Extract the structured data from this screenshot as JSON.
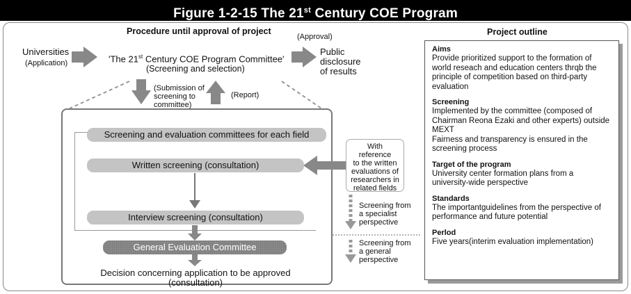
{
  "figure": {
    "title_pre": "Figure 1-2-15  The 21",
    "title_sup": "st",
    "title_post": " Century COE Program"
  },
  "procedure": {
    "heading": "Procedure until approval of project",
    "universities": "Universities",
    "application": "(Application)",
    "committee_pre": "'The 21",
    "committee_sup": "st",
    "committee_post": " Century COE Program Committee'",
    "screening_selection": "(Screening and selection)",
    "approval": "(Approval)",
    "public_disclosure": [
      "Public",
      "disclosure",
      "of results"
    ],
    "submission": [
      "(Submission of",
      "screening to",
      "committee)"
    ],
    "report": "(Report)",
    "field_committees": "Screening and evaluation committees for each field",
    "written_screening": "Written screening (consultation)",
    "interview_screening": "Interview screening (consultation)",
    "general_committee": "General Evaluation Committee",
    "decision": "Decision concerning application to be approved (consultation)",
    "reference": [
      "With reference",
      "to the written",
      "evaluations of",
      "researchers in",
      "related fields"
    ],
    "specialist": [
      "Screening from",
      "a specialist",
      "perspective"
    ],
    "general": [
      "Screening from",
      "a general",
      "perspective"
    ]
  },
  "outline": {
    "heading": "Project outline",
    "blocks": [
      {
        "head": "Aims",
        "text": "Provide prioritized support to the formation of world reseach and education centers thrqb the principle of competition based on third-party evaluation"
      },
      {
        "head": "Screening",
        "text": "Implemented by the committee (composed of Chairman Reona Ezaki and other experts) outside MEXT\nFairness and transparency is ensured in the screening process"
      },
      {
        "head": "Target of the program",
        "text": "University center formation plans from a university-wide perspective"
      },
      {
        "head": "Standards",
        "text": "The importantguidelines from the perspective of performance and future potential"
      },
      {
        "head": "Perlod",
        "text": "Five years(interim evaluation implementation)"
      }
    ]
  }
}
